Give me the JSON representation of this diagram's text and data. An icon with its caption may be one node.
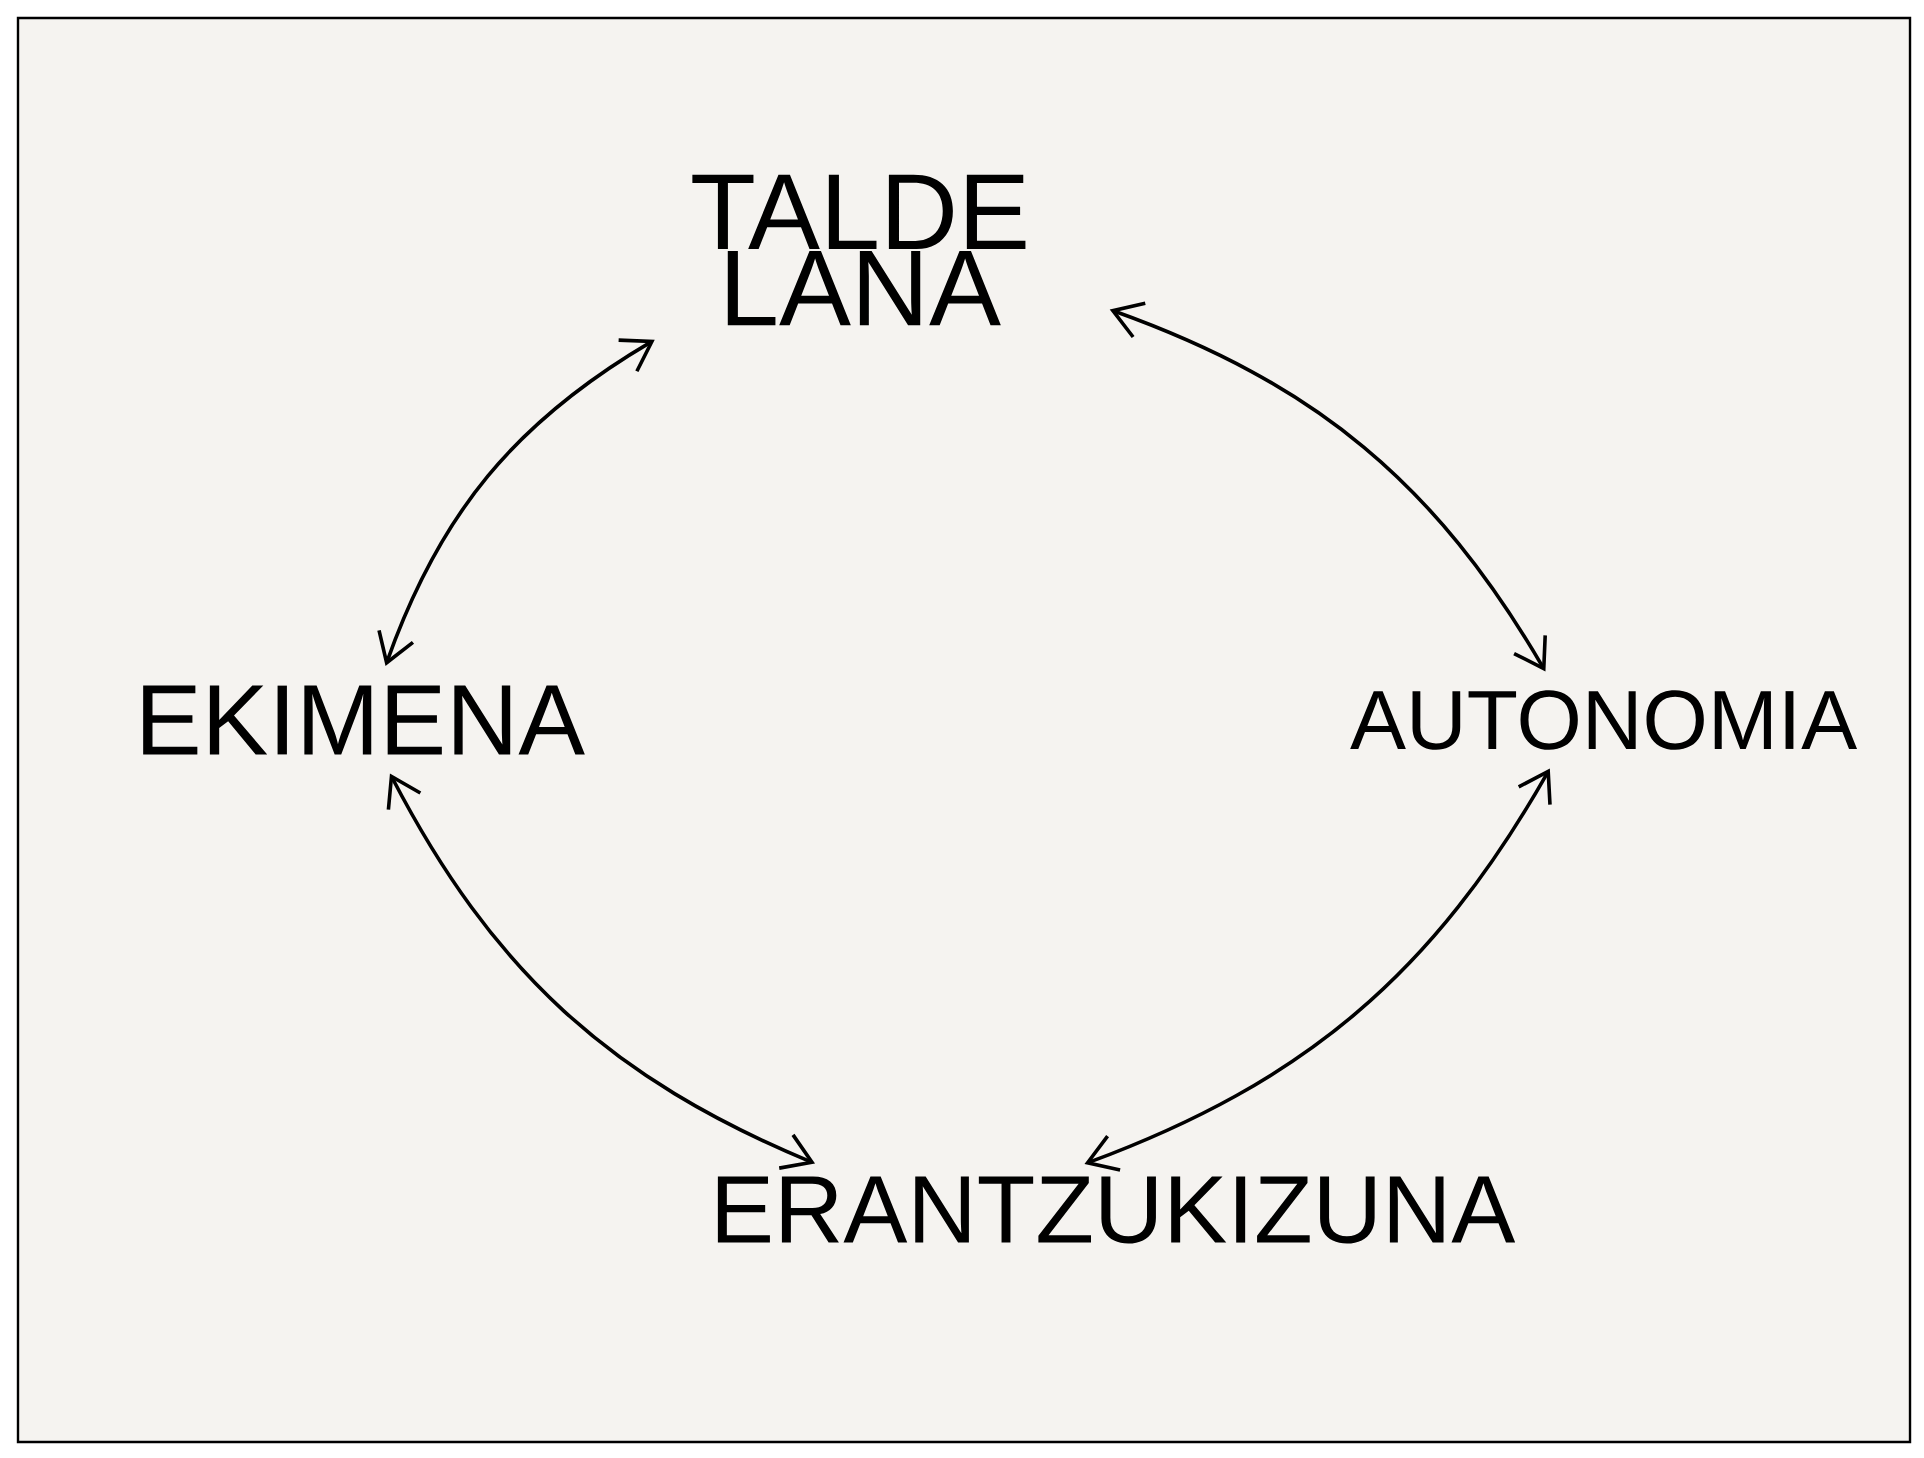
{
  "diagram": {
    "nodes": [
      {
        "text": [
          "TALDE LANA"
        ]
      },
      {
        "text": [
          "EKIMENA"
        ]
      },
      {
        "text": [
          "AUTONOMIA"
        ]
      },
      {
        "text": [
          "ERANTZUKIZUNA"
        ]
      }
    ],
    "edges": [
      {
        "from": 1,
        "to": 0,
        "arrow": "both"
      },
      {
        "from": 0,
        "to": 2,
        "arrow": "both"
      },
      {
        "from": 2,
        "to": 3,
        "arrow": "both"
      },
      {
        "from": 3,
        "to": 1,
        "arrow": "both"
      }
    ]
  }
}
